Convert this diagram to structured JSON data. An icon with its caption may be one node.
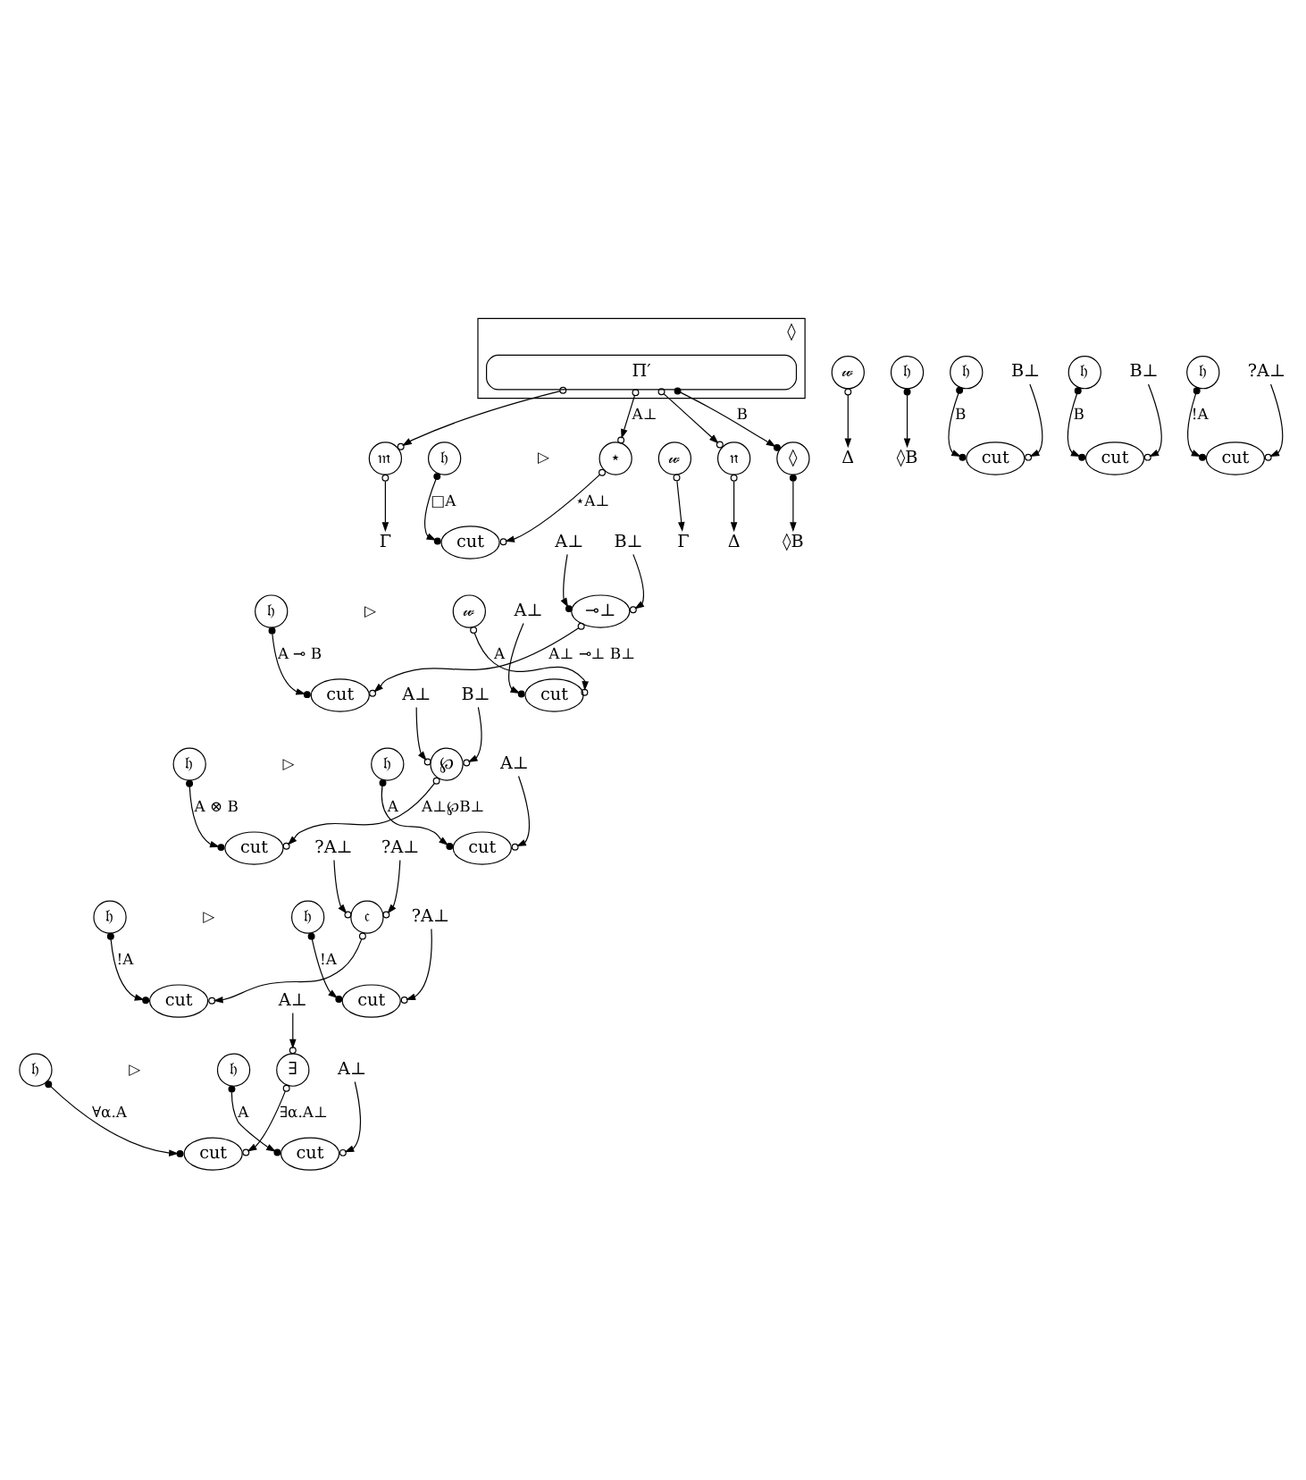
{
  "diagram": {
    "nodes": [
      {
        "text": [
          "◊"
        ]
      },
      {
        "text": [
          "Π′"
        ],
        "in": 0
      },
      {
        "text": [
          "𝔥"
        ]
      },
      {
        "text": [
          "𝔪"
        ]
      },
      {
        "text": [
          "⋆"
        ]
      },
      {
        "text": [
          "𝔫"
        ]
      },
      {
        "text": [
          "◊"
        ]
      },
      {
        "text": [
          "Γ"
        ]
      },
      {
        "text": [
          "Δ"
        ]
      },
      {
        "text": [
          "◊B"
        ]
      },
      {
        "text": [
          "cut"
        ]
      },
      {
        "text": [
          "𝓌"
        ]
      },
      {
        "text": [
          "𝓌"
        ]
      },
      {
        "text": [
          "𝔥"
        ]
      },
      {
        "text": [
          "Γ"
        ]
      },
      {
        "text": [
          "Δ"
        ]
      },
      {
        "text": [
          "◊B"
        ]
      },
      {
        "text": [
          "𝔥"
        ]
      },
      {
        "text": [
          "A⊥"
        ]
      },
      {
        "text": [
          "B⊥"
        ]
      },
      {
        "text": [
          "⊸⊥"
        ]
      },
      {
        "text": [
          "cut"
        ]
      },
      {
        "text": [
          "𝓌"
        ]
      },
      {
        "text": [
          "𝔥"
        ]
      },
      {
        "text": [
          "A⊥"
        ]
      },
      {
        "text": [
          "B⊥"
        ]
      },
      {
        "text": [
          "cut"
        ]
      },
      {
        "text": [
          "cut"
        ]
      },
      {
        "text": [
          "𝔥"
        ]
      },
      {
        "text": [
          "A⊥"
        ]
      },
      {
        "text": [
          "B⊥"
        ]
      },
      {
        "text": [
          "℘"
        ]
      },
      {
        "text": [
          "cut"
        ]
      },
      {
        "text": [
          "𝔥"
        ]
      },
      {
        "text": [
          "𝔥"
        ]
      },
      {
        "text": [
          "A⊥"
        ]
      },
      {
        "text": [
          "B⊥"
        ]
      },
      {
        "text": [
          "cut"
        ]
      },
      {
        "text": [
          "cut"
        ]
      },
      {
        "text": [
          "𝔥"
        ]
      },
      {
        "text": [
          "?A⊥"
        ]
      },
      {
        "text": [
          "?A⊥"
        ]
      },
      {
        "text": [
          "𝔠"
        ]
      },
      {
        "text": [
          "cut"
        ]
      },
      {
        "text": [
          "𝔥"
        ]
      },
      {
        "text": [
          "𝔥"
        ]
      },
      {
        "text": [
          "?A⊥"
        ]
      },
      {
        "text": [
          "?A⊥"
        ]
      },
      {
        "text": [
          "cut"
        ]
      },
      {
        "text": [
          "cut"
        ]
      },
      {
        "text": [
          "𝔥"
        ]
      },
      {
        "text": [
          "A⊥"
        ]
      },
      {
        "text": [
          "∃"
        ]
      },
      {
        "text": [
          "cut"
        ]
      },
      {
        "text": [
          "𝔥"
        ]
      },
      {
        "text": [
          "A⊥"
        ]
      },
      {
        "text": [
          "cut"
        ]
      }
    ],
    "edges": [
      {
        "from": 1,
        "to": 3,
        "arrow": "to"
      },
      {
        "from": 1,
        "to": 4,
        "arrow": "to",
        "label": "A⊥"
      },
      {
        "from": 1,
        "to": 5,
        "arrow": "to"
      },
      {
        "from": 1,
        "to": 6,
        "arrow": "to",
        "label": "B"
      },
      {
        "from": 3,
        "to": 7,
        "arrow": "to"
      },
      {
        "from": 5,
        "to": 8,
        "arrow": "to"
      },
      {
        "from": 6,
        "to": 9,
        "arrow": "to"
      },
      {
        "from": 2,
        "to": 10,
        "arrow": "to",
        "label": "□A"
      },
      {
        "from": 4,
        "to": 10,
        "arrow": "to",
        "label": "⋆A⊥"
      },
      {
        "from": 11,
        "to": 14,
        "arrow": "to"
      },
      {
        "from": 12,
        "to": 15,
        "arrow": "to"
      },
      {
        "from": 13,
        "to": 16,
        "arrow": "to"
      },
      {
        "from": 18,
        "to": 20,
        "arrow": "to"
      },
      {
        "from": 19,
        "to": 20,
        "arrow": "to"
      },
      {
        "from": 17,
        "to": 21,
        "arrow": "to",
        "label": "A ⊸ B"
      },
      {
        "from": 20,
        "to": 21,
        "arrow": "to",
        "label": "A⊥ ⊸⊥ B⊥"
      },
      {
        "from": 22,
        "to": 26,
        "arrow": "to",
        "label": "A"
      },
      {
        "from": 24,
        "to": 26,
        "arrow": "to"
      },
      {
        "from": 23,
        "to": 27,
        "arrow": "to",
        "label": "B"
      },
      {
        "from": 25,
        "to": 27,
        "arrow": "to"
      },
      {
        "from": 29,
        "to": 31,
        "arrow": "to"
      },
      {
        "from": 30,
        "to": 31,
        "arrow": "to"
      },
      {
        "from": 28,
        "to": 32,
        "arrow": "to",
        "label": "A ⊗ B"
      },
      {
        "from": 31,
        "to": 32,
        "arrow": "to",
        "label": "A⊥℘B⊥"
      },
      {
        "from": 33,
        "to": 37,
        "arrow": "to",
        "label": "A"
      },
      {
        "from": 35,
        "to": 37,
        "arrow": "to"
      },
      {
        "from": 34,
        "to": 38,
        "arrow": "to",
        "label": "B"
      },
      {
        "from": 36,
        "to": 38,
        "arrow": "to"
      },
      {
        "from": 40,
        "to": 42,
        "arrow": "to"
      },
      {
        "from": 41,
        "to": 42,
        "arrow": "to"
      },
      {
        "from": 39,
        "to": 43,
        "arrow": "to",
        "label": "!A"
      },
      {
        "from": 42,
        "to": 43,
        "arrow": "to"
      },
      {
        "from": 44,
        "to": 48,
        "arrow": "to",
        "label": "!A"
      },
      {
        "from": 46,
        "to": 48,
        "arrow": "to"
      },
      {
        "from": 45,
        "to": 49,
        "arrow": "to",
        "label": "!A"
      },
      {
        "from": 47,
        "to": 49,
        "arrow": "to"
      },
      {
        "from": 51,
        "to": 52,
        "arrow": "to"
      },
      {
        "from": 50,
        "to": 53,
        "arrow": "to",
        "label": "∀α.A"
      },
      {
        "from": 52,
        "to": 53,
        "arrow": "to",
        "label": "∃α.A⊥"
      },
      {
        "from": 54,
        "to": 56,
        "arrow": "to",
        "label": "A"
      },
      {
        "from": 55,
        "to": 56,
        "arrow": "to"
      }
    ],
    "labels": [
      "▷",
      "▷",
      "▷",
      "▷",
      "▷"
    ]
  }
}
